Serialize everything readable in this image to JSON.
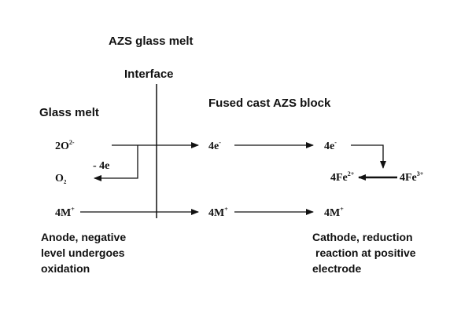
{
  "headings": {
    "azs_glass_melt": "AZS glass melt",
    "interface": "Interface",
    "glass_melt": "Glass melt",
    "fused_cast_block": "Fused cast AZS block"
  },
  "species": {
    "oxide_ion": {
      "base": "2O",
      "charge": "2-"
    },
    "oxygen": {
      "base": "O",
      "subscript": "2"
    },
    "metal_left": {
      "base": "4M",
      "charge": "+"
    },
    "metal_mid": {
      "base": "4M",
      "charge": "+"
    },
    "metal_right": {
      "base": "4M",
      "charge": "+"
    },
    "electrons_mid": {
      "base": "4e",
      "charge": "-"
    },
    "electrons_right": {
      "base": "4e",
      "charge": "-"
    },
    "ferrous": {
      "base": "4Fe",
      "charge": "2+"
    },
    "ferric": {
      "base": "4Fe",
      "charge": "3+"
    }
  },
  "loss_label": "- 4e",
  "captions": {
    "anode": [
      "Anode, negative",
      "level undergoes",
      "oxidation"
    ],
    "cathode": [
      "Cathode, reduction",
      "reaction at positive",
      "electrode"
    ]
  }
}
